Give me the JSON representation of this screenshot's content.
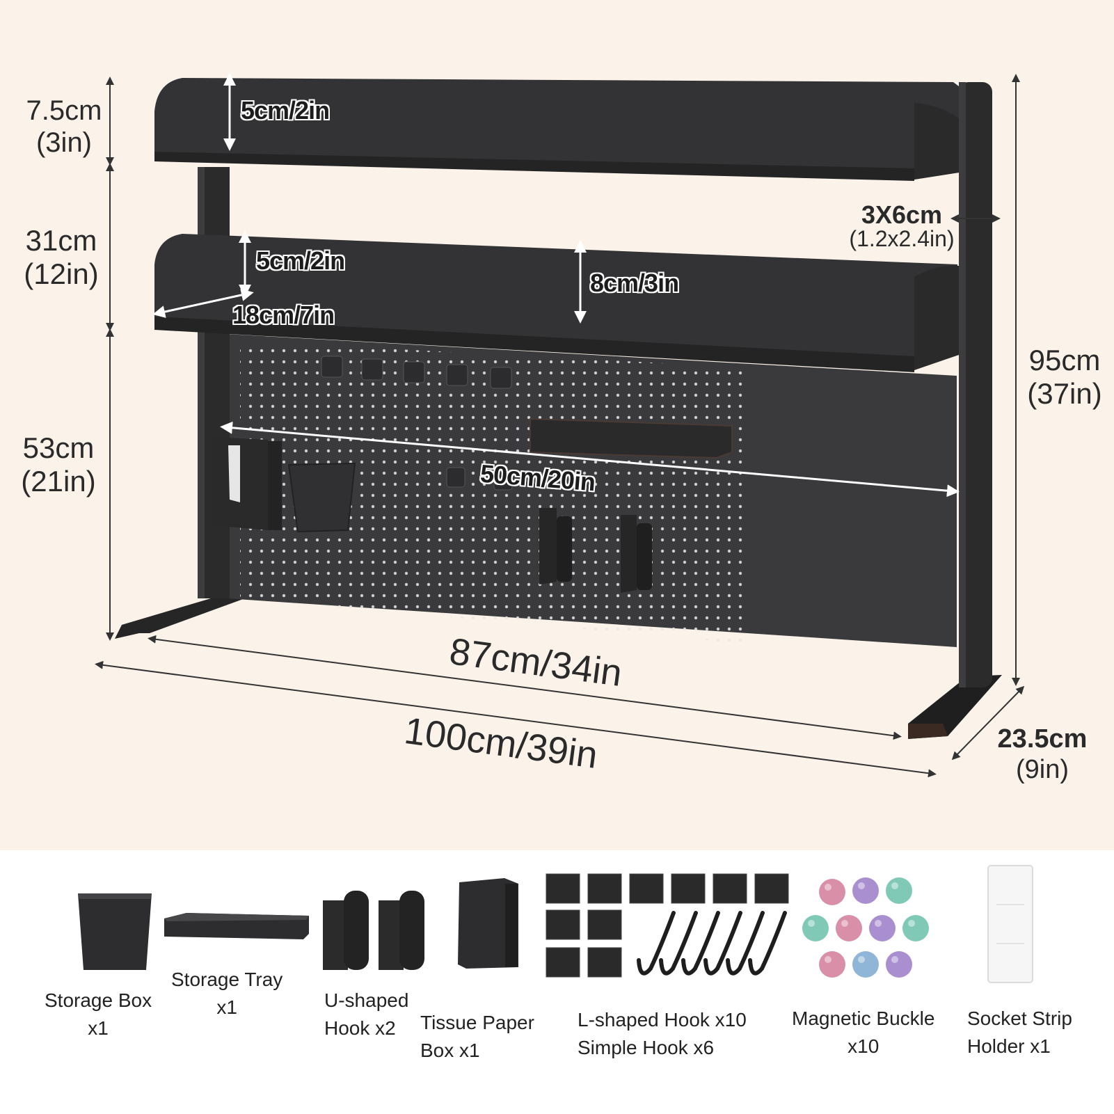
{
  "dimensions": {
    "top_height": {
      "cm": "7.5cm",
      "in": "(3in)"
    },
    "middle_height": {
      "cm": "31cm",
      "in": "(12in)"
    },
    "lower_height": {
      "cm": "53cm",
      "in": "(21in)"
    },
    "total_height": {
      "cm": "95cm",
      "in": "(37in)"
    },
    "post_size": {
      "cm": "3X6cm",
      "in": "(1.2x2.4in)"
    },
    "depth": {
      "cm": "23.5cm",
      "in": "(9in)"
    },
    "inner_width": "87cm/34in",
    "total_width": "100cm/39in",
    "top_shelf_lip": "5cm/2in",
    "middle_shelf_lip": "5cm/2in",
    "middle_shelf_back": "8cm/3in",
    "shelf_depth": "18cm/7in",
    "pegboard_width": "50cm/20in"
  },
  "accessories": [
    {
      "line1": "Storage Box",
      "line2": "x1",
      "icon": "storage-box-icon"
    },
    {
      "line1": "Storage Tray",
      "line2": "x1",
      "icon": "storage-tray-icon"
    },
    {
      "line1": "U-shaped",
      "line2": "Hook x2",
      "icon": "u-hook-icon"
    },
    {
      "line1": "Tissue Paper",
      "line2": "Box x1",
      "icon": "tissue-box-icon"
    },
    {
      "line1": "L-shaped Hook x10",
      "line2": "Simple Hook x6",
      "icon": "hooks-icon"
    },
    {
      "line1": "Magnetic Buckle",
      "line2": "x10",
      "icon": "magnet-icon"
    },
    {
      "line1": "Socket Strip",
      "line2": "Holder x1",
      "icon": "socket-holder-icon"
    }
  ],
  "colors": {
    "background": "#fbf3ea",
    "frame": "#2b2b2c",
    "shelf": "#333335",
    "pegboard": "#3a3a3c",
    "magnet_pink": "#d98fa8",
    "magnet_purple": "#a98fd0",
    "magnet_teal": "#7fc9b6",
    "magnet_blue": "#8fb6d6"
  }
}
